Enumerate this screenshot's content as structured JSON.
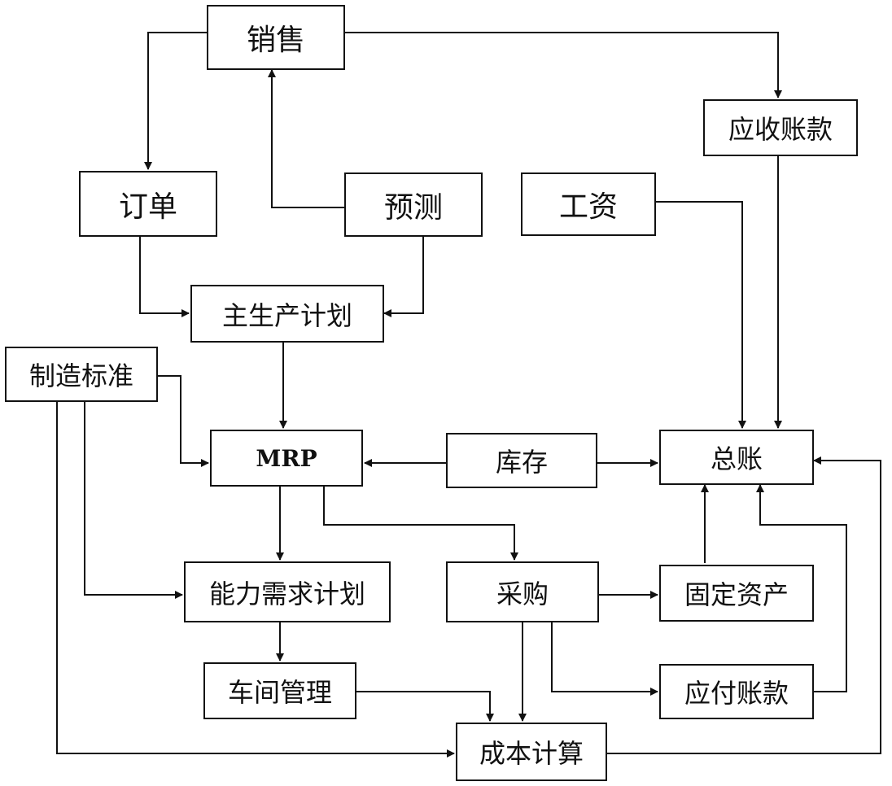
{
  "nodes": {
    "sales": "销售",
    "receivables": "应收账款",
    "order": "订单",
    "forecast": "预测",
    "wages": "工资",
    "mps": "主生产计划",
    "mfg_standards": "制造标准",
    "mrp": "MRP",
    "inventory": "库存",
    "general_ledger": "总账",
    "crp": "能力需求计划",
    "purchasing": "采购",
    "fixed_assets": "固定资产",
    "shop_floor": "车间管理",
    "payables": "应付账款",
    "costing": "成本计算"
  },
  "colors": {
    "line": "#111111",
    "box_fill": "#ffffff"
  }
}
